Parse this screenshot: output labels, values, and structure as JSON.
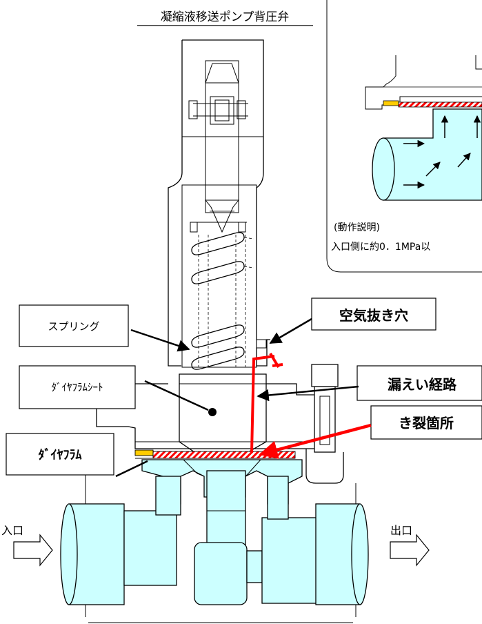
{
  "title": "凝縮液移送ポンプ背圧弁",
  "inset": {
    "caption_heading": "(動作説明)",
    "caption_text": "入口側に約0．1MPa以"
  },
  "labels": {
    "spring": "スプリング",
    "diaphragm_seat": "ﾀﾞｲﾔﾌﾗﾑｼｰﾄ",
    "diaphragm": "ﾀﾞｲﾔﾌﾗﾑ",
    "air_vent": "空気抜き穴",
    "leak_path": "漏えい経路",
    "crack": "き裂箇所"
  },
  "flow": {
    "inlet": "入口",
    "outlet": "出口"
  },
  "colors": {
    "fluid": "#ccffff",
    "highlight": "#ff0000",
    "diaphragm_yellow": "#ffcc00"
  }
}
